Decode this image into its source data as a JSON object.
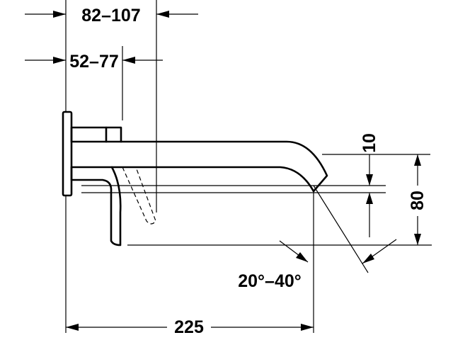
{
  "dimensions": {
    "wall_depth": "82–107",
    "valve_depth": "52–77",
    "spout_height": "10",
    "outlet_height": "80",
    "angle": "20°–40°",
    "projection": "225"
  }
}
